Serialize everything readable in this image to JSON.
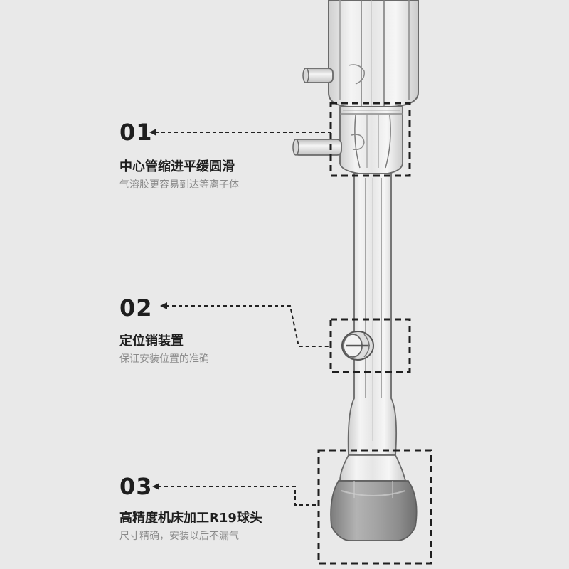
{
  "callouts": [
    {
      "number": "01",
      "title": "中心管缩进平缓圆滑",
      "subtitle": "气溶胶更容易到达等离子体"
    },
    {
      "number": "02",
      "title": "定位销装置",
      "subtitle": "保证安装位置的准确"
    },
    {
      "number": "03",
      "title": "高精度机床加工R19球头",
      "subtitle": "尺寸精确，安装以后不漏气"
    }
  ],
  "colors": {
    "background": "#e9e9e9",
    "text_dark": "#1e1e1e",
    "text_muted": "#8a8a8a",
    "dash": "#222222",
    "frosted_ball": "#9a9a9a"
  }
}
